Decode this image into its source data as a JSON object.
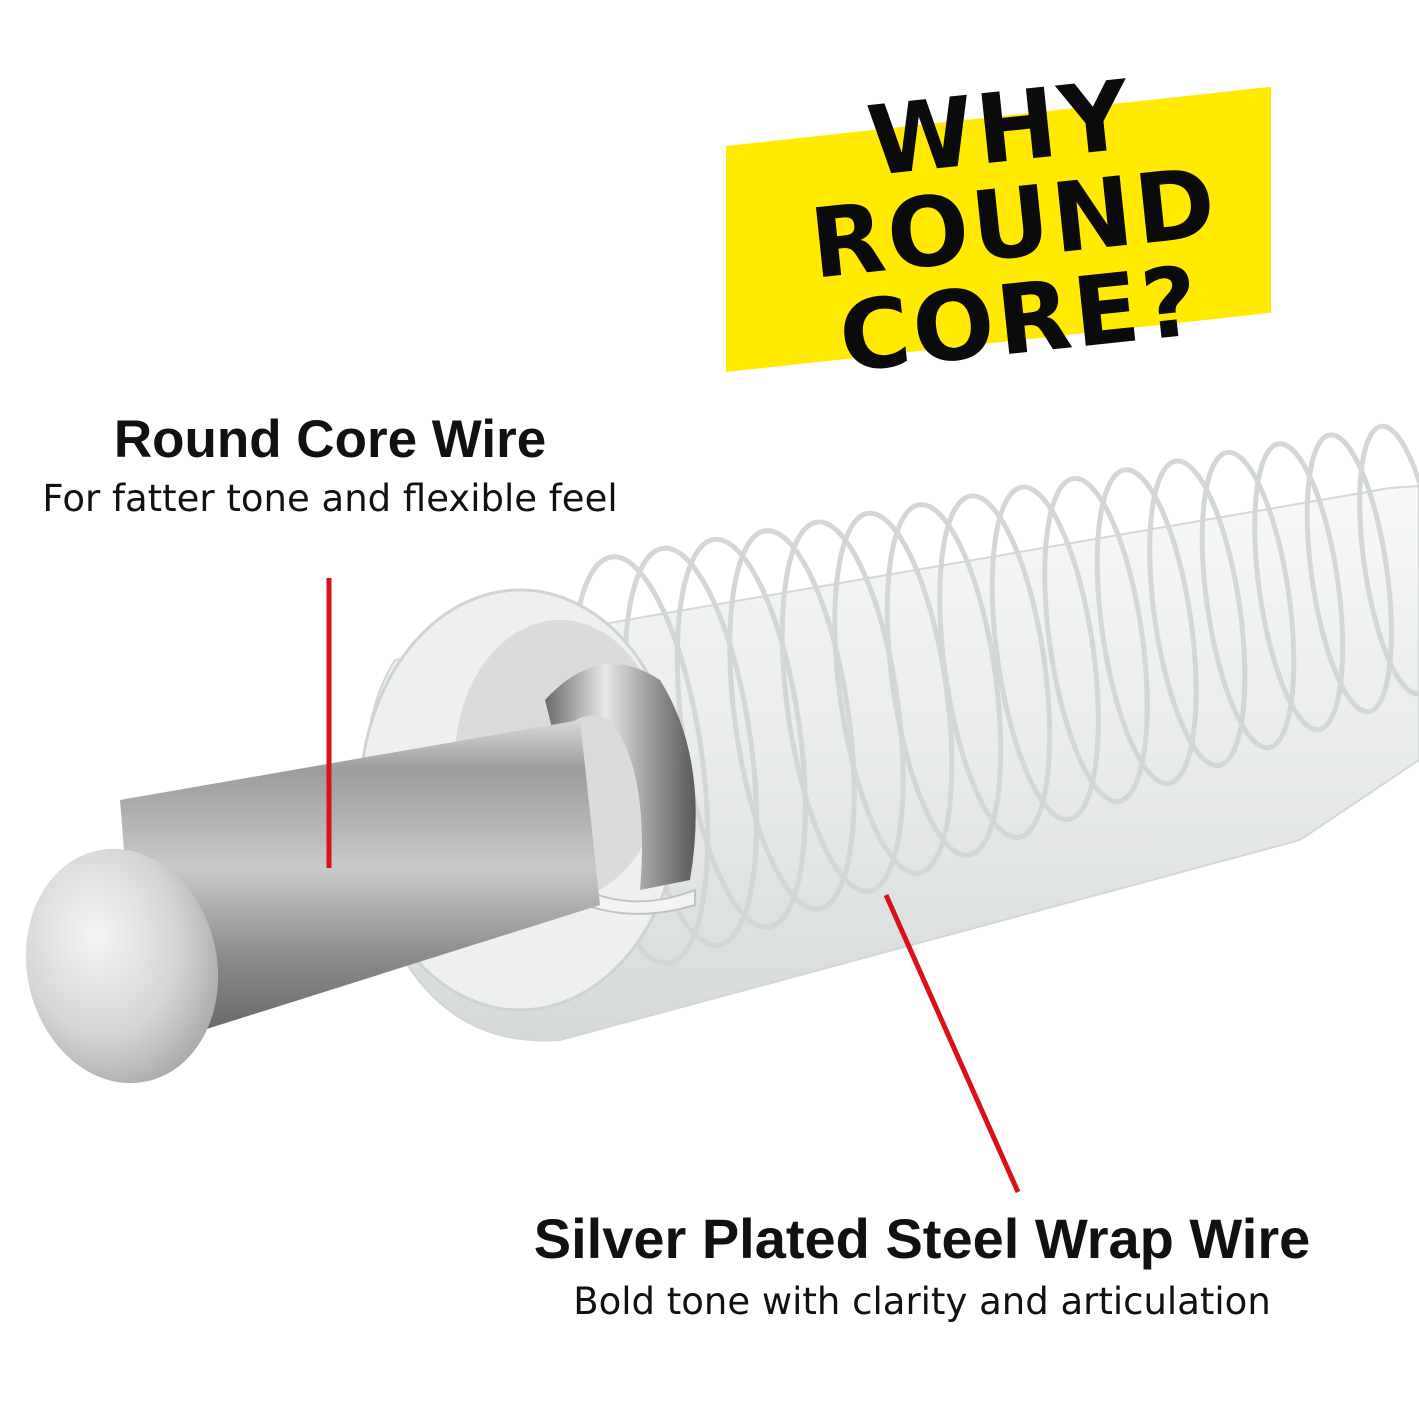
{
  "title": {
    "line1": "WHY",
    "line2": "ROUND",
    "line3": "CORE?"
  },
  "core_label": {
    "heading": "Round Core Wire",
    "subtext": "For fatter tone and flexible feel"
  },
  "wrap_label": {
    "heading": "Silver Plated Steel Wrap Wire",
    "subtext": "Bold tone with clarity and articulation"
  },
  "colors": {
    "banner": "#ffea00",
    "pointer": "#d8121a",
    "text": "#111111",
    "wrap": "#eef0ef",
    "core": "#a9a9a9"
  }
}
